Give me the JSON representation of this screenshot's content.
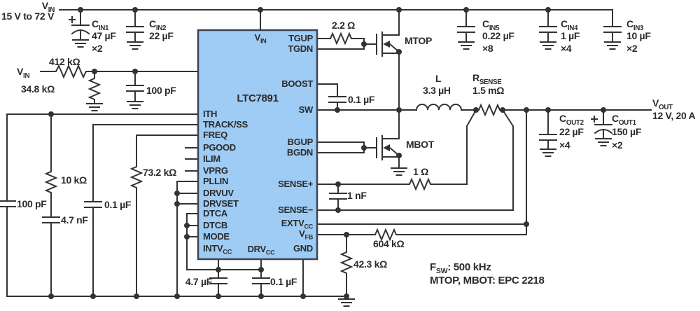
{
  "input": {
    "label": "V~IN~",
    "range": "15 V to 72 V",
    "run_label": "V~IN~"
  },
  "input_caps": {
    "cin1_name": "C~IN1~",
    "cin1_value": "47 µF",
    "cin1_mult": "×2",
    "cin2_name": "C~IN2~",
    "cin2_value": "22 µF",
    "cin5_name": "C~IN5~",
    "cin5_value": "0.22 µF",
    "cin5_mult": "×8",
    "cin4_name": "C~IN4~",
    "cin4_value": "1 µF",
    "cin4_mult": "×4",
    "cin3_name": "C~IN3~",
    "cin3_value": "10 µF",
    "cin3_mult": "×2"
  },
  "run_divider": {
    "r_top": "412 kΩ",
    "r_bottom": "34.8 kΩ",
    "c_filter": "100 pF"
  },
  "chip": {
    "part": "LTC7891",
    "pin_vin": "V~IN~",
    "left_pins": [
      "ITH",
      "TRACK/SS",
      "FREQ",
      "PGOOD",
      "ILIM",
      "VPRG",
      "PLLIN",
      "DRVUV",
      "DRVSET",
      "DTCA",
      "DTCB",
      "MODE",
      "INTV~CC~"
    ],
    "right_pins": [
      "TGUP",
      "TGDN",
      "BOOST",
      "SW",
      "BGUP",
      "BGDN",
      "SENSE+",
      "SENSE−",
      "EXTV~CC~",
      "V~FB~"
    ],
    "bottom_pins": [
      "DRV~CC~",
      "GND"
    ]
  },
  "gate_drive": {
    "r_gate": "2.2 Ω",
    "mtop": "MTOP",
    "mbot": "MBOT",
    "c_boost": "0.1 µF"
  },
  "power_stage": {
    "l_name": "L",
    "l_value": "3.3 µH",
    "rsense_name": "R~SENSE~",
    "rsense_value": "1.5 mΩ"
  },
  "output": {
    "label": "V~OUT~",
    "rating": "12 V, 20 A",
    "cout2_name": "C~OUT2~",
    "cout2_value": "22 µF",
    "cout2_mult": "×4",
    "cout1_name": "C~OUT1~",
    "cout1_value": "150 µF",
    "cout1_mult": "×2"
  },
  "compensation": {
    "c_ith": "100 pF",
    "r_ith": "10 kΩ",
    "c_ith2": "4.7 nF",
    "c_ss": "0.1 µF",
    "r_freq": "73.2 kΩ"
  },
  "bias": {
    "c_intvcc": "4.7 µF",
    "c_drvcc": "0.1 µF"
  },
  "current_sense": {
    "r_filter": "1 Ω",
    "c_filter": "1 nF"
  },
  "feedback": {
    "r_top": "604 kΩ",
    "r_bottom": "42.3 kΩ"
  },
  "notes": {
    "fsw": "F~SW~: 500 kHz",
    "fets": "MTOP, MBOT: EPC 2218"
  },
  "colors": {
    "wire": "#333333",
    "chip_fill": "#9FCCF5",
    "chip_border": "#3A4553",
    "text": "#2B2B2B",
    "background": "#FFFFFF"
  }
}
